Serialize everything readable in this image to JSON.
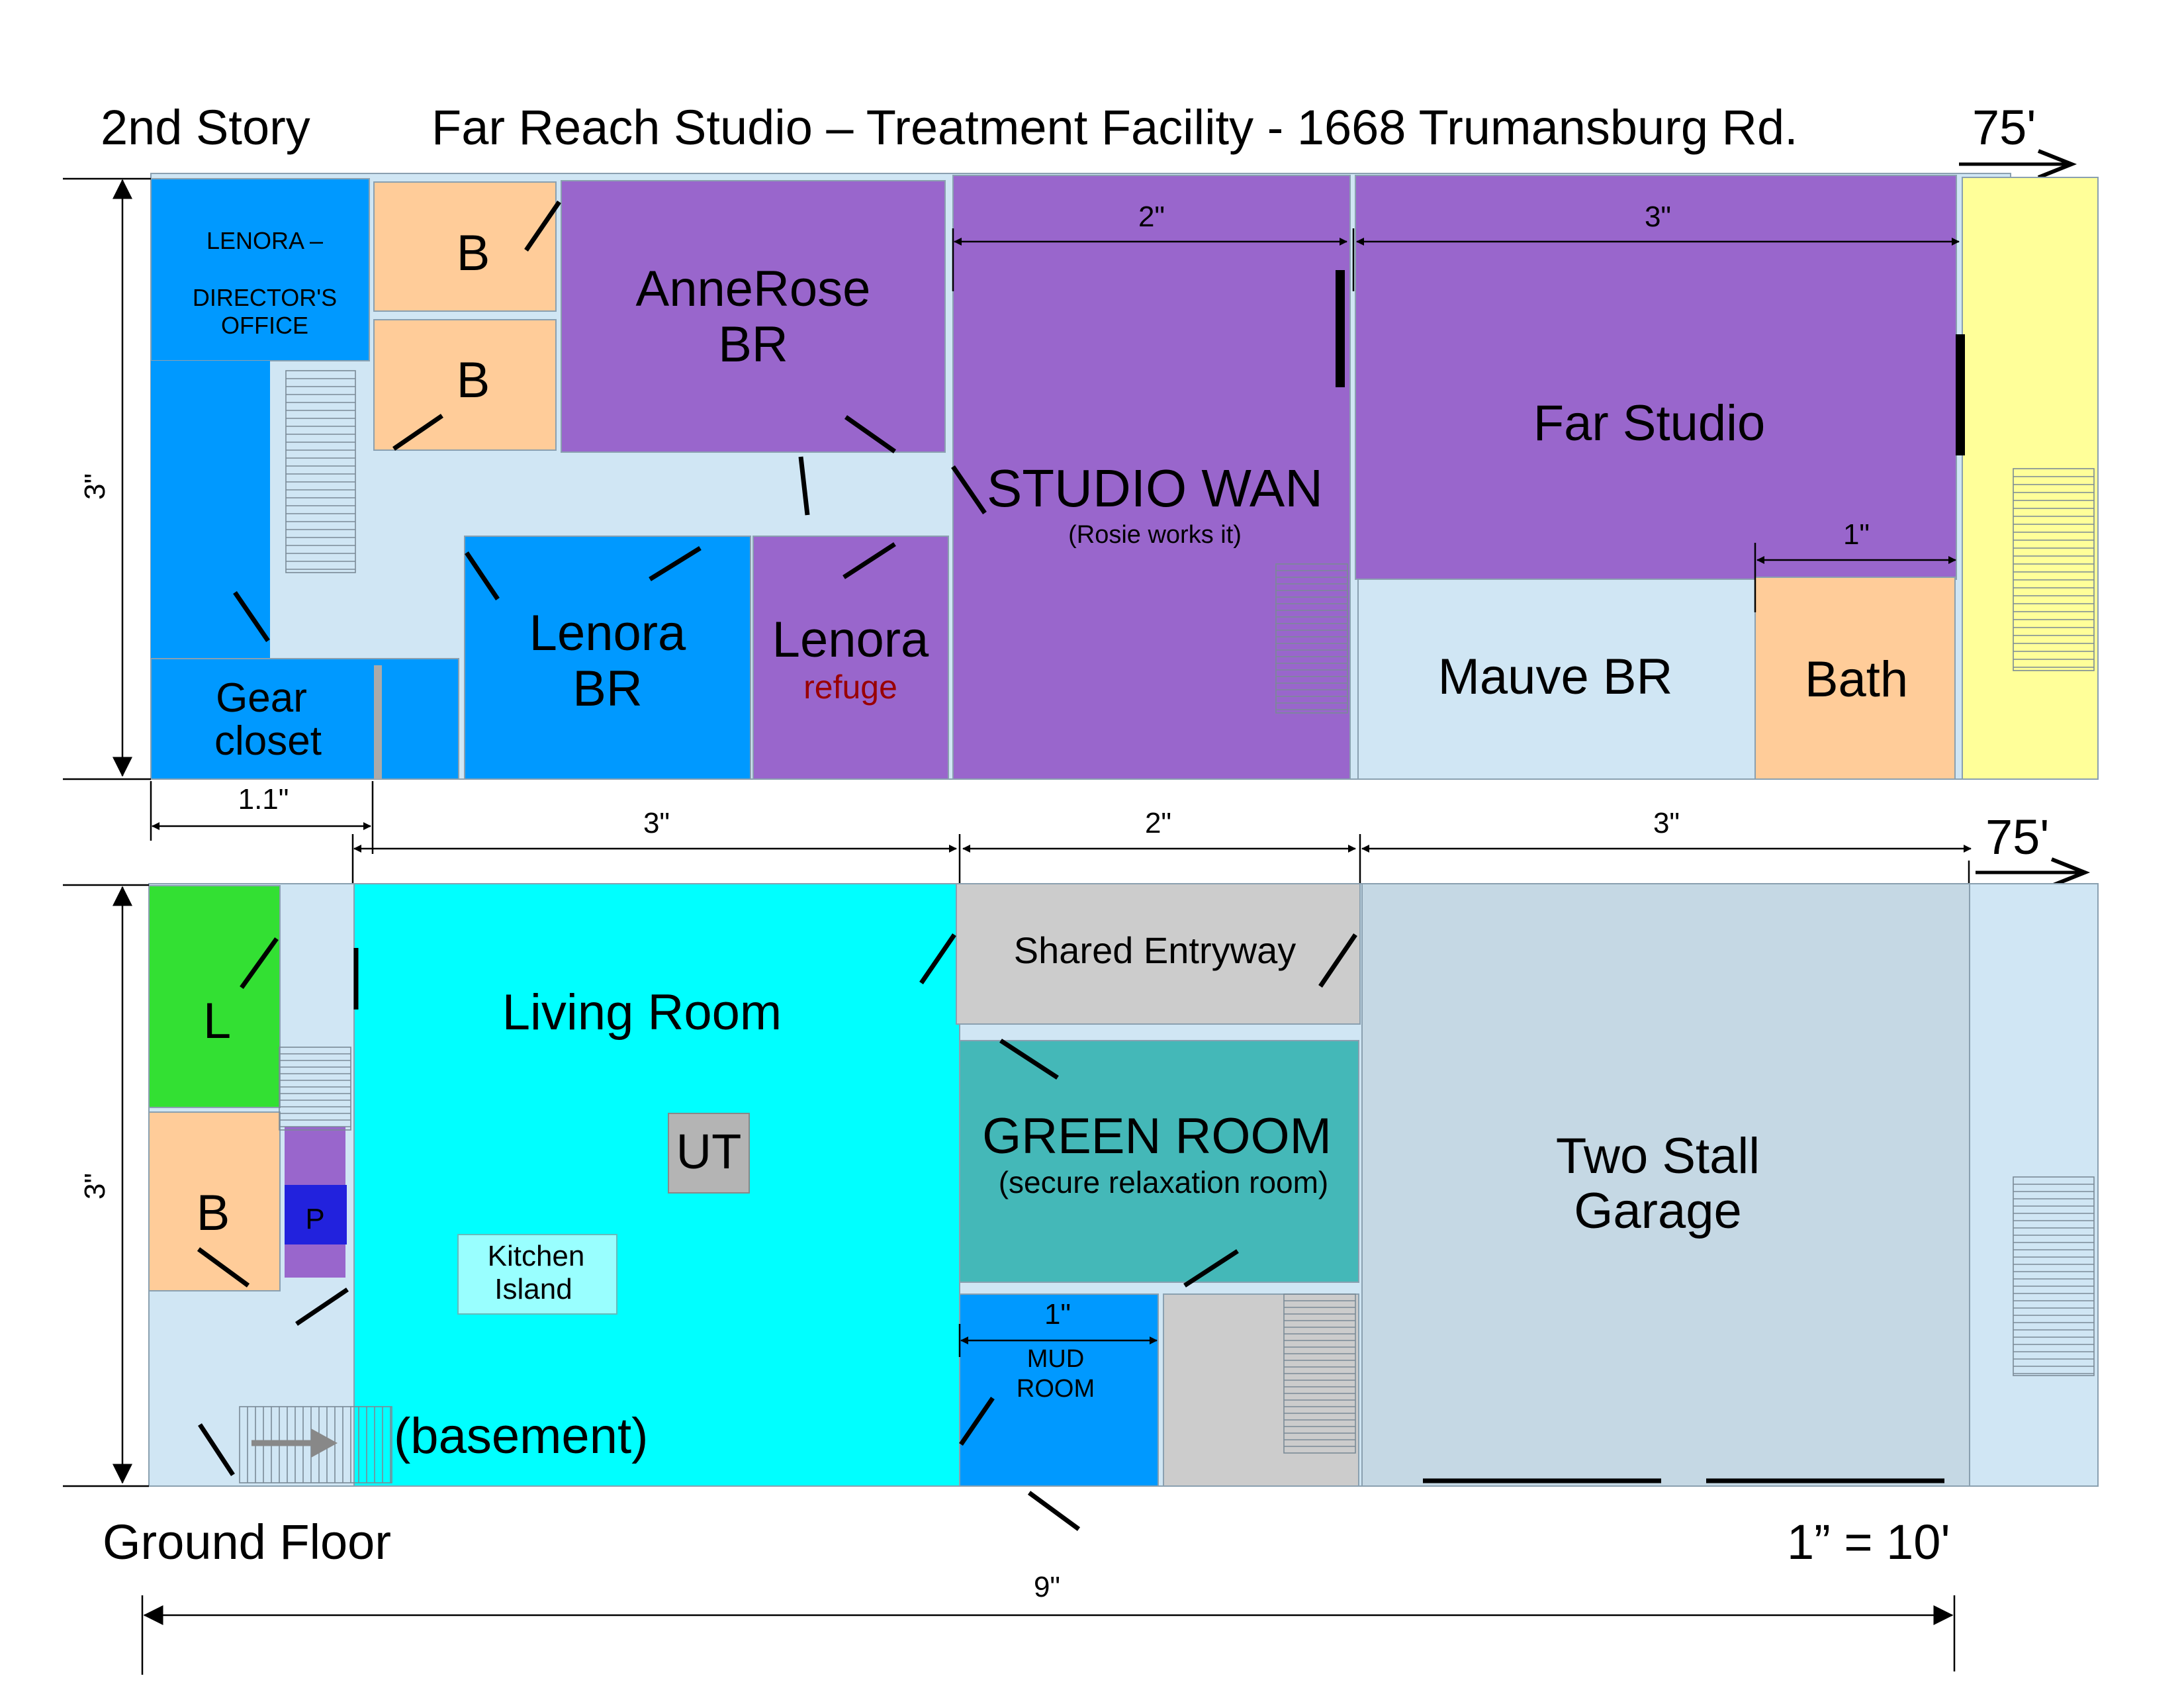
{
  "titles": {
    "second_story": "2nd Story",
    "main": "Far Reach Studio – Treatment Facility - 1668 Trumansburg Rd.",
    "ground_floor": "Ground Floor",
    "scale": "1” = 10'",
    "length_upper": "75'",
    "length_lower": "75'"
  },
  "rooms": {
    "lenora_office_line1": "LENORA –",
    "lenora_office_line2": "DIRECTOR'S",
    "lenora_office_line3": "OFFICE",
    "bath_b1": "B",
    "bath_b2": "B",
    "annerose_line1": "AnneRose",
    "annerose_line2": "BR",
    "studio_wan": "STUDIO WAN",
    "studio_wan_sub": "(Rosie works it)",
    "far_studio": "Far Studio",
    "mauve_br": "Mauve BR",
    "bath": "Bath",
    "gear_line1": "Gear",
    "gear_line2": "closet",
    "lenora_br_line1": "Lenora",
    "lenora_br_line2": "BR",
    "lenora_refuge_line1": "Lenora",
    "lenora_refuge_line2": "refuge",
    "laundry": "L",
    "ground_bath": "B",
    "pantry": "P",
    "living_room": "Living Room",
    "ut": "UT",
    "kitchen_line1": "Kitchen",
    "kitchen_line2": "Island",
    "basement": "(basement)",
    "shared_entry": "Shared Entryway",
    "green_room": "GREEN ROOM",
    "green_room_sub": "(secure relaxation room)",
    "mud_line1": "MUD",
    "mud_line2": "ROOM",
    "garage_line1": "Two Stall",
    "garage_line2": "Garage"
  },
  "dimensions": {
    "height_upper": "3\"",
    "height_lower": "3\"",
    "studio_wan_width": "2\"",
    "far_studio_width": "3\"",
    "bath_width": "1\"",
    "gear_width": "1.1\"",
    "living_width": "3\"",
    "entry_width": "2\"",
    "garage_width": "3\"",
    "mud_width": "1\"",
    "total_width": "9\""
  },
  "colors": {
    "blue": "#0099ff",
    "purple": "#9966cc",
    "peach": "#ffcc99",
    "light_blue": "#d0e6f4",
    "yellow": "#ffff99",
    "cyan": "#00ffff",
    "green": "#33e033",
    "teal": "#44b8b8",
    "gray": "#cccccc",
    "garage": "#c5d8e4",
    "refuge_text": "#990000"
  }
}
